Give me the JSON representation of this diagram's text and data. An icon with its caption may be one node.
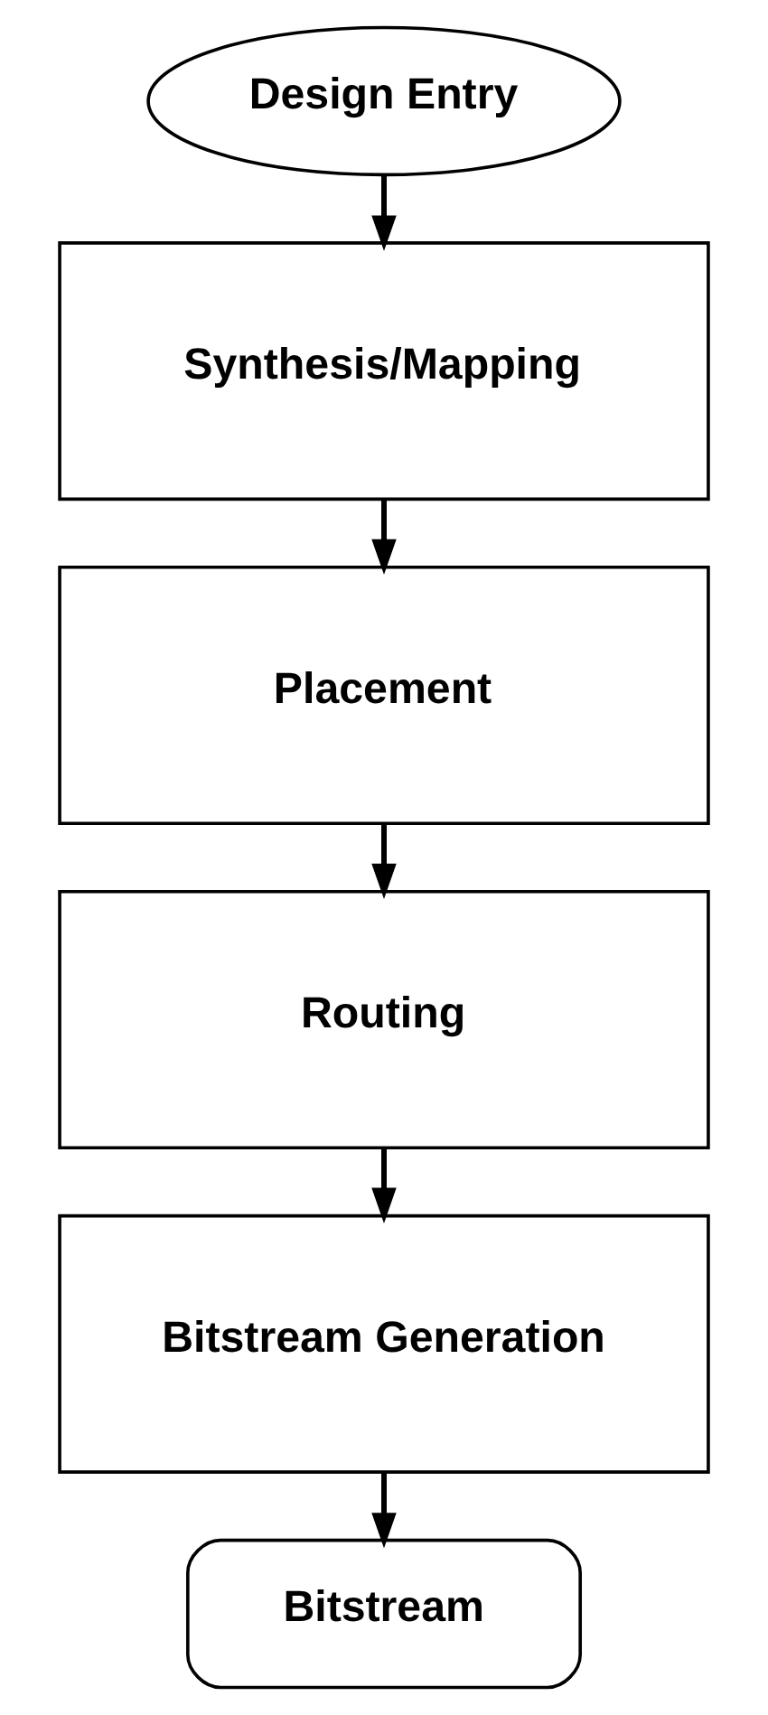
{
  "diagram": {
    "nodes": [
      {
        "text": [
          "Design Entry"
        ]
      },
      {
        "text": [
          "Synthesis/Mapping"
        ]
      },
      {
        "text": [
          "Placement"
        ]
      },
      {
        "text": [
          "Routing"
        ]
      },
      {
        "text": [
          "Bitstream Generation"
        ]
      },
      {
        "text": [
          "Bitstream"
        ]
      }
    ],
    "edges": [
      {
        "from": 0,
        "to": 1,
        "arrow": "to"
      },
      {
        "from": 1,
        "to": 2,
        "arrow": "to"
      },
      {
        "from": 2,
        "to": 3,
        "arrow": "to"
      },
      {
        "from": 3,
        "to": 4,
        "arrow": "to"
      },
      {
        "from": 4,
        "to": 5,
        "arrow": "to"
      }
    ]
  }
}
